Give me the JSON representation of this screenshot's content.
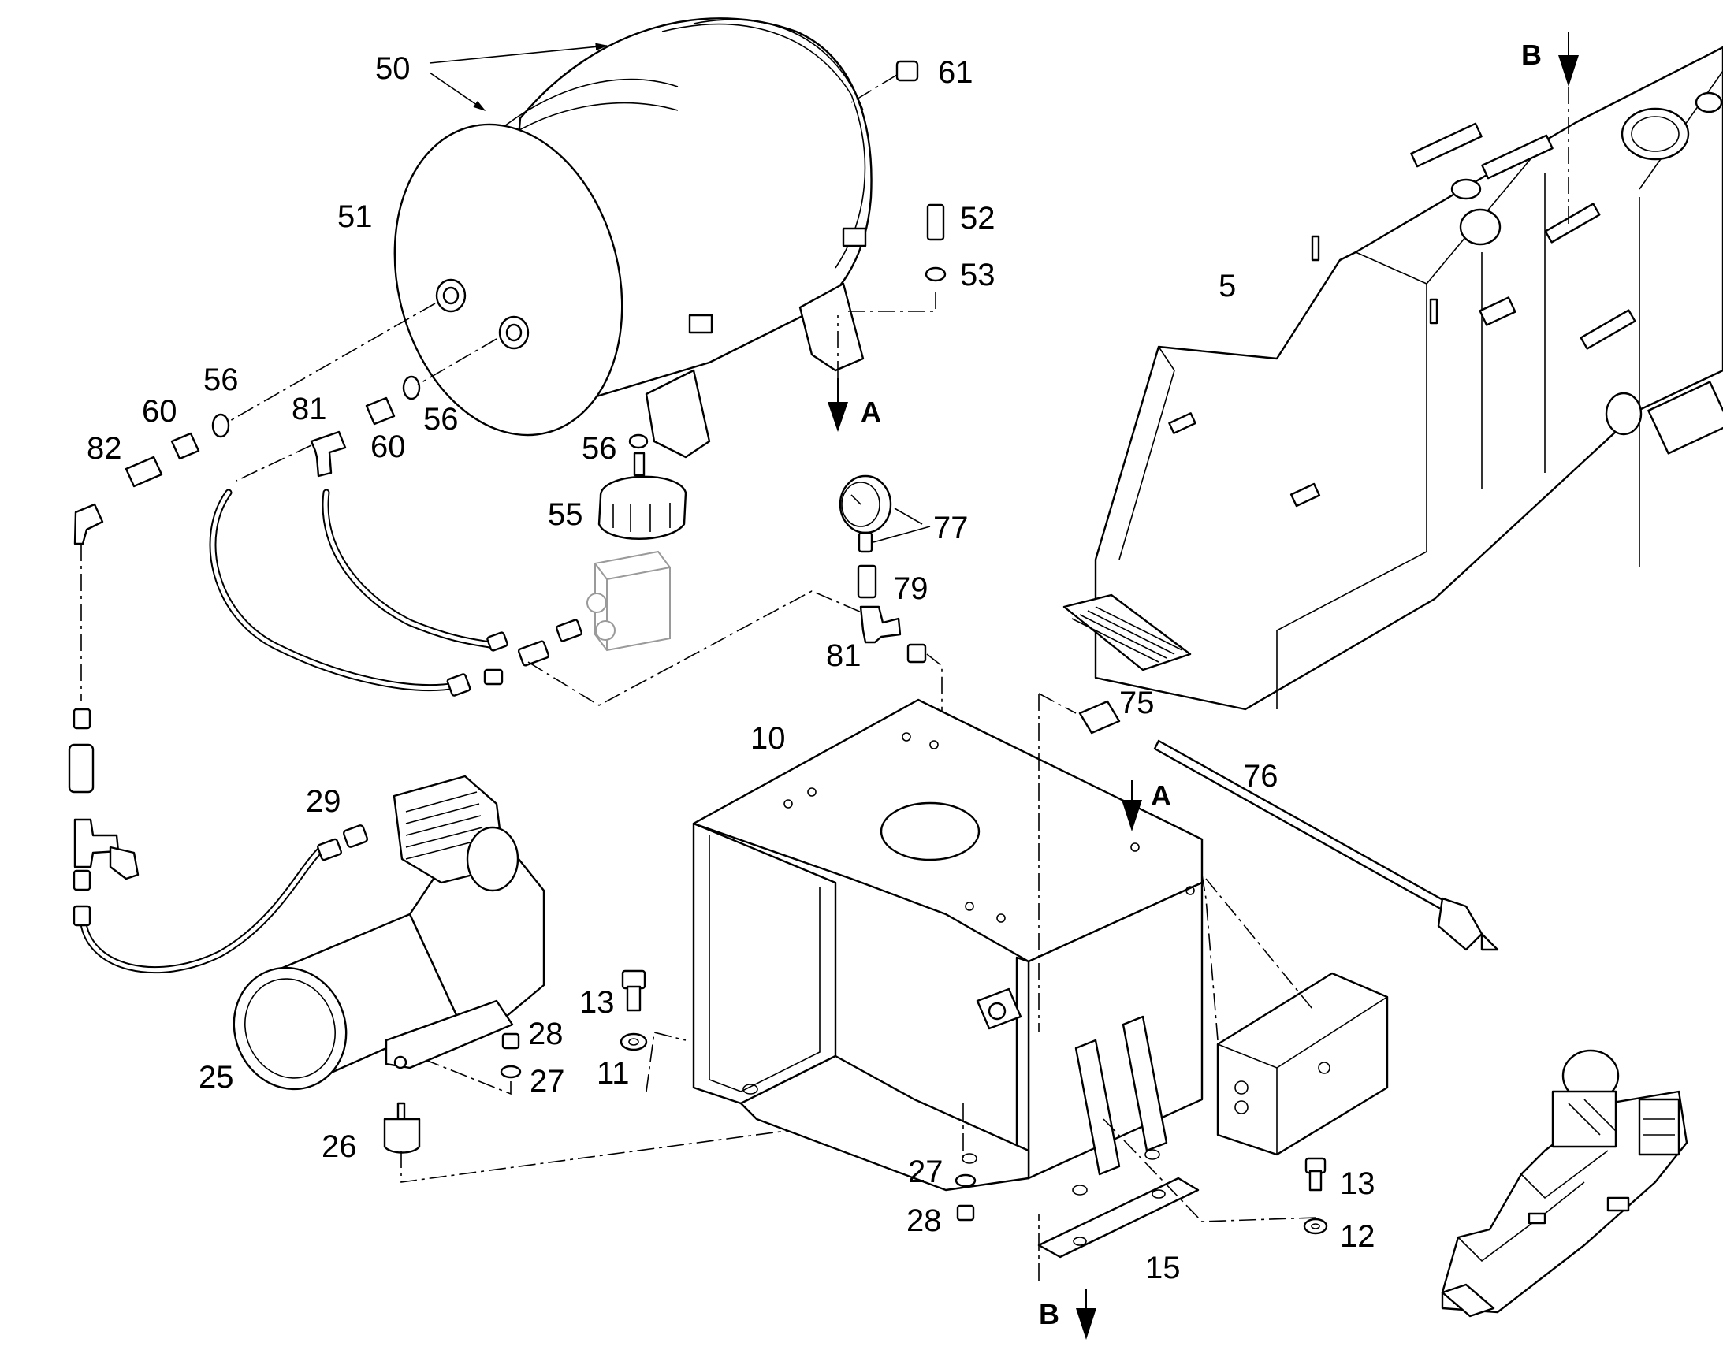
{
  "labels": {
    "n50": "50",
    "n61": "61",
    "n51": "51",
    "n52": "52",
    "n53": "53",
    "n56a": "56",
    "n60a": "60",
    "n81a": "81",
    "n82": "82",
    "n60b": "60",
    "n56b": "56",
    "n56c": "56",
    "n55": "55",
    "n77": "77",
    "n79": "79",
    "n81b": "81",
    "n5": "5",
    "n10": "10",
    "n75": "75",
    "n76": "76",
    "n29": "29",
    "n13a": "13",
    "n11": "11",
    "n28a": "28",
    "n27a": "27",
    "n25": "25",
    "n26": "26",
    "n27b": "27",
    "n28b": "28",
    "n13b": "13",
    "n12": "12",
    "n15": "15"
  },
  "section_markers": {
    "a_upper": "A",
    "a_lower": "A",
    "b_upper": "B",
    "b_lower": "B"
  }
}
